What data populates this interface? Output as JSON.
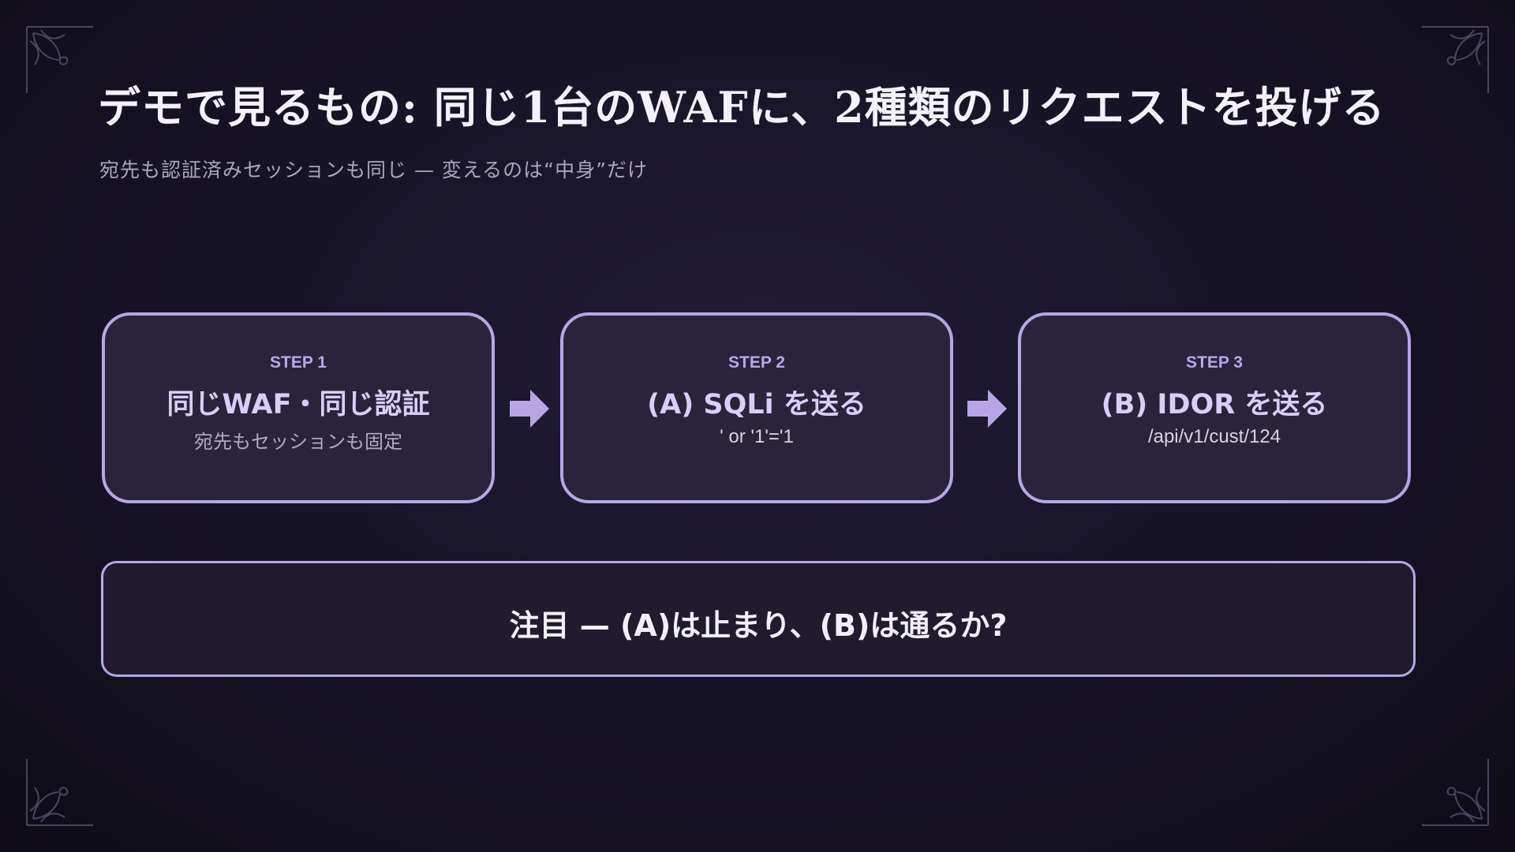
{
  "slide": {
    "title": "デモで見るもの: 同じ1台のWAFに、2種類のリクエストを投げる",
    "subtitle": "宛先も認証済みセッションも同じ — 変えるのは“中身”だけ"
  },
  "steps": [
    {
      "label": "STEP 1",
      "heading": "同じWAF・同じ認証",
      "detail": "宛先もセッションも固定"
    },
    {
      "label": "STEP 2",
      "heading": "(A) SQLi を送る",
      "detail": "' or '1'='1"
    },
    {
      "label": "STEP 3",
      "heading": "(B) IDOR を送る",
      "detail": "/api/v1/cust/124"
    }
  ],
  "callout": {
    "text": "注目 — (A)は止まり、(B)は通るか?"
  },
  "icons": {
    "arrow": "arrow-right-icon",
    "corner": "ornament-corner-icon"
  },
  "colors": {
    "background": "#181428",
    "accent": "#b8a5e6",
    "card": "#292439",
    "title": "#f4f1fb",
    "muted": "#aba6bc"
  }
}
